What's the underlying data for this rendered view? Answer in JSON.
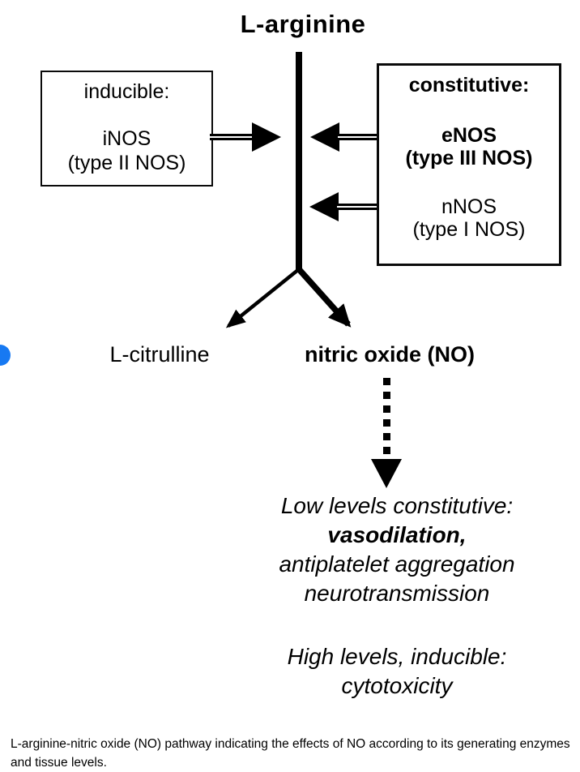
{
  "diagram": {
    "title": "L-arginine",
    "left_box": {
      "heading": "inducible:",
      "enzyme": "iNOS",
      "enzyme_type": "(type II NOS)"
    },
    "right_box": {
      "heading": "constitutive:",
      "enzyme1": "eNOS",
      "enzyme1_type": "(type III NOS)",
      "enzyme2": "nNOS",
      "enzyme2_type": "(type I NOS)"
    },
    "products": {
      "left": "L-citrulline",
      "right": "nitric oxide (NO)"
    },
    "low_levels": {
      "line1": "Low levels constitutive:",
      "line2": "vasodilation,",
      "line3": "antiplatelet aggregation",
      "line4": "neurotransmission"
    },
    "high_levels": {
      "line1": "High levels, inducible:",
      "line2": "cytotoxicity"
    },
    "colors": {
      "ink": "#000000",
      "background": "#ffffff",
      "edge_marker_blue": "#1779f2"
    }
  },
  "caption": "L-arginine-nitric oxide (NO) pathway indicating the effects of NO according to its generating enzymes and tissue levels."
}
